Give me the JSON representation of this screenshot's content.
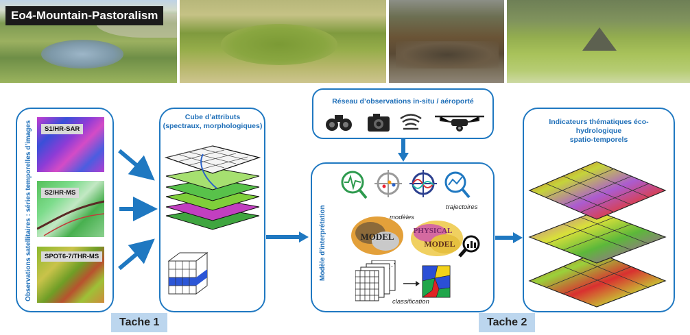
{
  "banner": {
    "title": "Eo4-Mountain-Pastoralism"
  },
  "observations": {
    "vertical_title": "Observations satellitaires : séries temporelles d’images",
    "sensors": [
      "S1/HR-SAR",
      "S2/HR-MS",
      "SPOT6-7/THR-MS"
    ]
  },
  "cube": {
    "title_line1": "Cube d’attributs",
    "title_line2": "(spectraux, morphologiques)"
  },
  "insitu": {
    "title": "Réseau d’observations in-situ / aéroporté"
  },
  "model": {
    "vertical_title": "Modèle d’interprétation",
    "modeles_label": "modèles",
    "trajectoires_label": "trajectoires",
    "classification_label": "classification",
    "cloud_word_1": "MODEL",
    "cloud_word_2": "PHYSICAL"
  },
  "indicators": {
    "title_line1": "Indicateurs thématiques éco-",
    "title_line2": "hydrologique",
    "title_line3": "spatio-temporels"
  },
  "taches": {
    "tache1": "Tache 1",
    "tache2": "Tache 2"
  },
  "colors": {
    "accent": "#1f78c1",
    "tache_bg": "#bcd6ee"
  }
}
